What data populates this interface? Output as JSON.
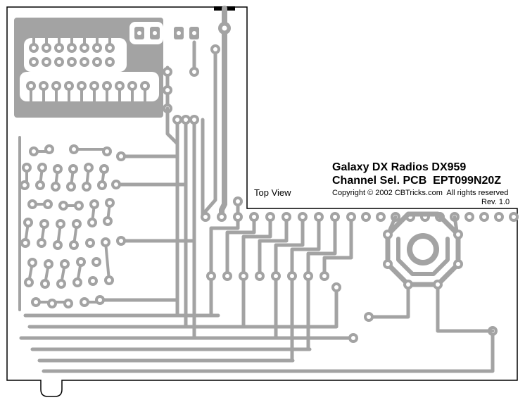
{
  "board": {
    "background_color": "#ffffff",
    "trace_color": "#a3a3a3",
    "outline_color": "#000000",
    "hole_color": "#ffffff"
  },
  "labels": {
    "view_label": "Top View",
    "title_line1": "Galaxy DX Radios DX959",
    "title_line2": "Channel Sel. PCB  EPT099N20Z",
    "copyright": "Copyright © 2002 CBTricks.com  All rights reserved",
    "revision": "Rev. 1.0"
  }
}
